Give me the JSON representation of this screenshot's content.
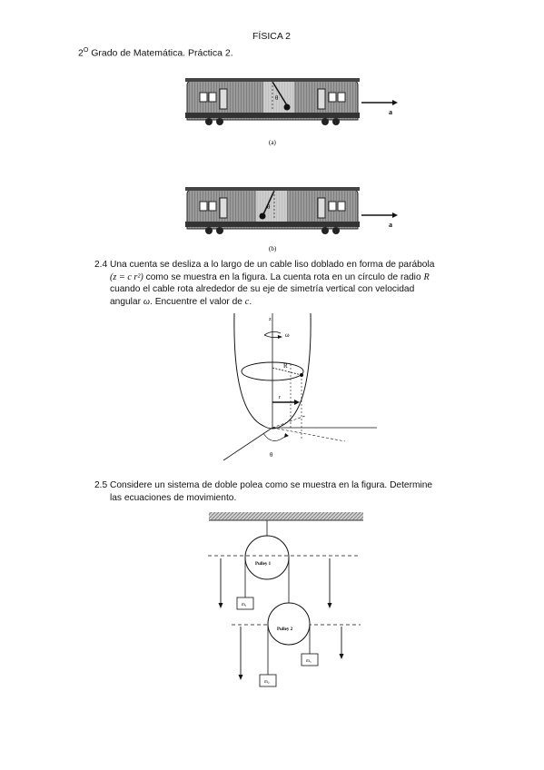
{
  "header": {
    "title": "FÍSICA 2",
    "course_prefix": "2",
    "course_superscript": "O",
    "course_rest": " Grado de Matemática. Práctica 2."
  },
  "figure_train": {
    "caption_a": "(a)",
    "caption_b": "(b)",
    "accel_label": "a",
    "angle_label": "θ"
  },
  "problem_2_4": {
    "number": "2.4",
    "line1": "Una cuenta se desliza a lo largo de un cable liso doblado en forma de parábola",
    "line2_math": "(z = c r²)",
    "line2_text": " como se muestra en la figura. La cuenta rota en un círculo de radio ",
    "line2_var": "R",
    "line3": "cuando el cable rota alrededor de su eje de simetría vertical con velocidad",
    "line4_a": "angular ",
    "line4_var1": "ω",
    "line4_b": ". Encuentre el valor de ",
    "line4_var2": "c",
    "line4_c": "."
  },
  "figure_parabola": {
    "z_label": "z",
    "omega_label": "ω",
    "R_label": "R",
    "r_label": "r",
    "theta_label": "θ"
  },
  "problem_2_5": {
    "number": "2.5",
    "line1": "Considere un sistema de doble polea como se muestra en la figura. Determine",
    "line2": "las ecuaciones de movimiento."
  },
  "figure_pulleys": {
    "pulley1": "Pulley 1",
    "pulley2": "Pulley 2",
    "m1": "m₁",
    "m2": "m₂",
    "m3": "m₃"
  }
}
